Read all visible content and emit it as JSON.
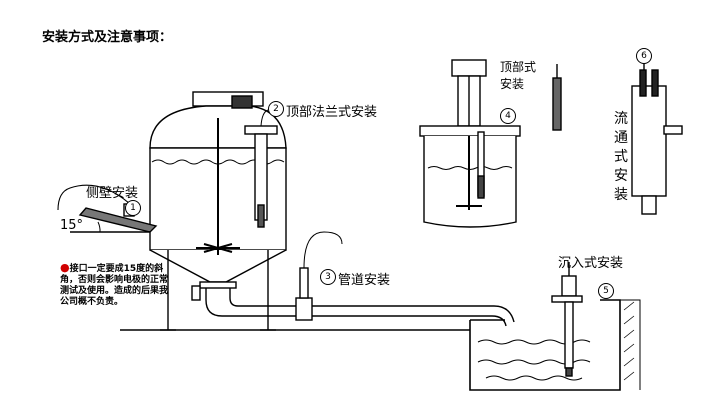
{
  "title": "安装方式及注意事项：",
  "labels": {
    "side_wall": "侧壁安装",
    "top_flange": "顶部法兰式安装",
    "pipe": "管道安装",
    "top": "顶部式安装",
    "flow": "流通式安装",
    "immersion": "沉入式安装"
  },
  "angle": "15°",
  "markers": {
    "m1": "1",
    "m2": "2",
    "m3": "3",
    "m4": "4",
    "m5": "5",
    "m6": "6"
  },
  "note": {
    "bullet": "●",
    "text": "接口一定要成15度的斜角，否则会影响电极的正常测试及使用。造成的后果我公司概不负责。"
  }
}
